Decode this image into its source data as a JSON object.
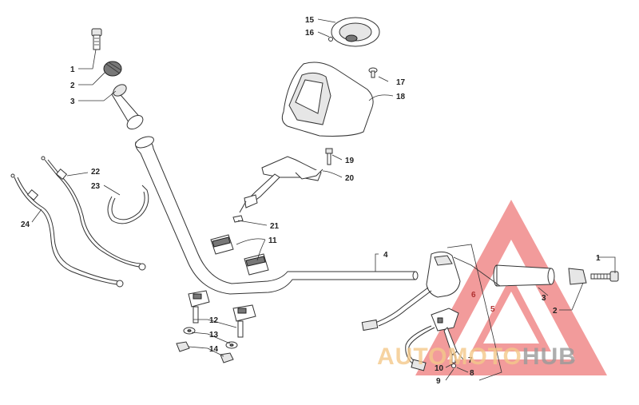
{
  "callouts": {
    "c1_left": "1",
    "c2_left": "2",
    "c3_left": "3",
    "c4": "4",
    "c11": "11",
    "c12": "12",
    "c13": "13",
    "c14": "14",
    "c15": "15",
    "c16": "16",
    "c17": "17",
    "c18": "18",
    "c19": "19",
    "c20": "20",
    "c21": "21",
    "c22": "22",
    "c23": "23",
    "c24": "24",
    "c1_right": "1",
    "c2_right": "2",
    "c3_right": "3",
    "c5": "5",
    "c6": "6",
    "c7": "7",
    "c8": "8",
    "c9": "9",
    "c10": "10"
  },
  "watermark": {
    "part_a": "AUTO",
    "part_b": "MOTO",
    "part_c": "HUB",
    "color_a": "#f4c98a",
    "color_b": "#f4c98a",
    "color_c": "#9a9a9a",
    "triangle_color": "#e84b4b"
  }
}
